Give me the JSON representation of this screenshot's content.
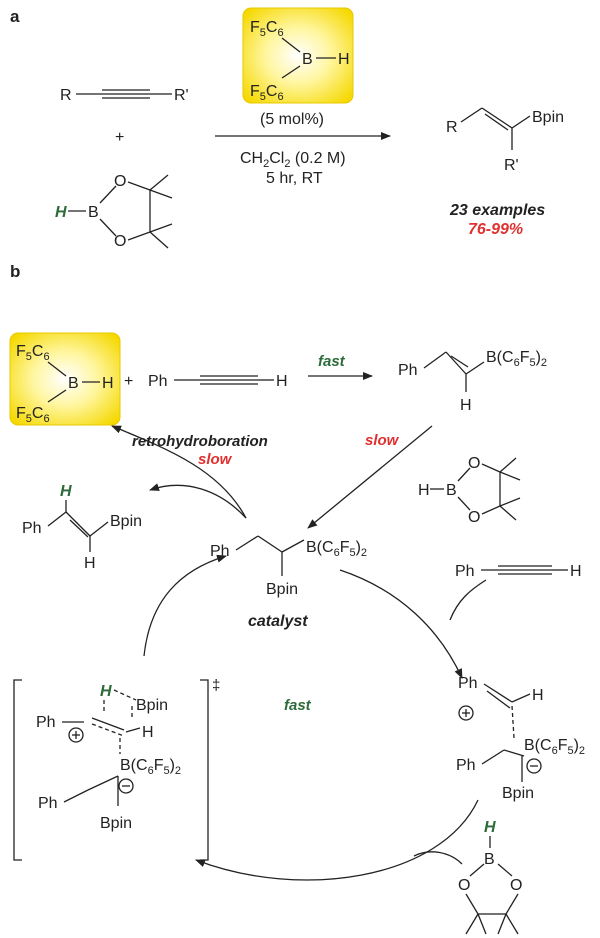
{
  "panel_labels": {
    "a": "a",
    "b": "b"
  },
  "atoms": {
    "R": "R",
    "Rp": "R'",
    "H": "H",
    "B": "B",
    "O": "O",
    "Ph": "Ph",
    "F5C6": "F",
    "sub5": "5",
    "C6": "C",
    "sub6": "6",
    "Bpin": "Bpin",
    "BC6F5": "B(C",
    "F": "F",
    "close2": ")",
    "sub2": "2"
  },
  "part_a": {
    "plus": "+",
    "loading": "(5 mol%)",
    "solvent_pre": "CH",
    "solvent_mid": "Cl",
    "solvent_post": " (0.2 M)",
    "time_temp": "5 hr, RT",
    "examples": "23 examples",
    "yield": "76-99%"
  },
  "part_b": {
    "plus": "+",
    "fast": "fast",
    "slow": "slow",
    "retro": "retrohydroboration",
    "catalyst": "catalyst",
    "ts_mark": "‡"
  },
  "colors": {
    "highlight": "#f5d800",
    "green": "#2e6b3a",
    "red": "#e03030"
  }
}
